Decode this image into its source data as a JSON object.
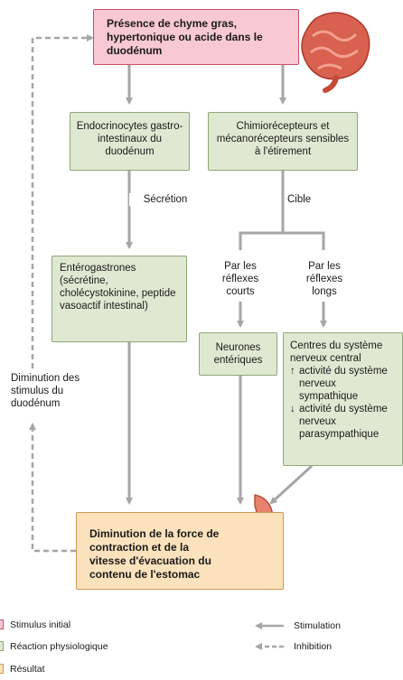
{
  "boxes": {
    "initial": "Présence de chyme gras, hypertonique ou acide dans le duodénum",
    "endocrinocytes": "Endocrinocytes gastro-intestinaux du duodénum",
    "chimiorecepteurs": "Chimiorécepteurs et mécanorécepteurs sensibles à l'étirement",
    "enterogastrones": "Entérogastrones (sécrétine, cholécystokinine, peptide vasoactif intestinal)",
    "neurones": "Neurones entériques",
    "centres_title": "Centres du système nerveux central",
    "centres_up_symbol": "↑",
    "centres_up": "activité du système nerveux sympathique",
    "centres_down_symbol": "↓",
    "centres_down": "activité du système nerveux parasympathique",
    "result": "Diminution de la force de contraction et de la vitesse d'évacuation du contenu de l'estomac"
  },
  "labels": {
    "secretion": "Sécrétion",
    "cible": "Cible",
    "reflexes_courts": "Par les réflexes courts",
    "reflexes_longs": "Par les réflexes longs",
    "feedback": "Diminution des stimulus du duodénum"
  },
  "legend": {
    "stimulus_initial": "Stimulus initial",
    "reaction": "Réaction physiologique",
    "resultat": "Résultat",
    "stimulation": "Stimulation",
    "inhibition": "Inhibition"
  },
  "colors": {
    "initial_fill": "#f8c9d2",
    "reaction_fill": "#dfe9d2",
    "result_fill": "#fbe2bd",
    "arrow": "#a6a6a6",
    "intestine": "#d9614f",
    "stomach": "#e8826c"
  }
}
